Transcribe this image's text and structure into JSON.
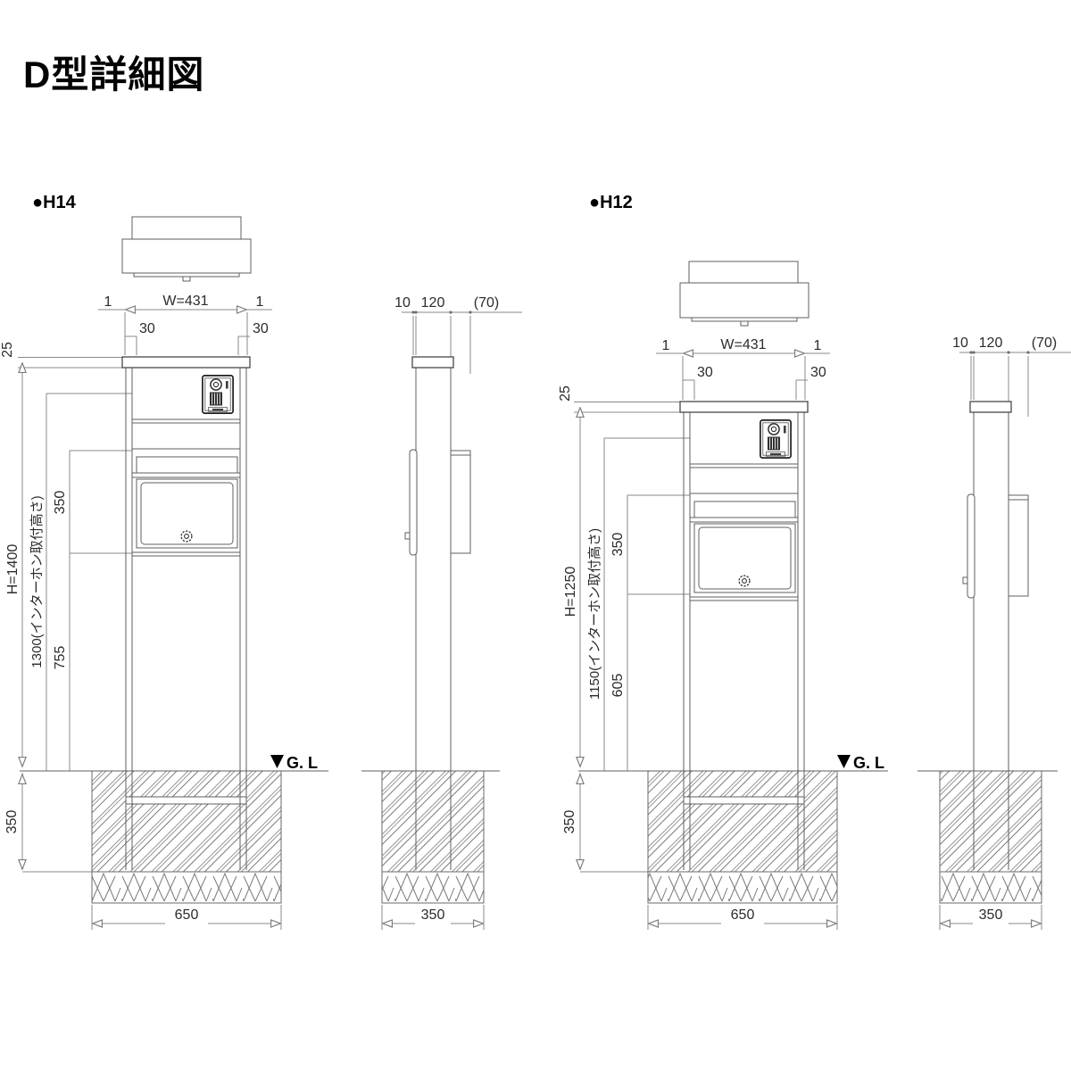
{
  "title": "D型詳細図",
  "colors": {
    "object_line": "#5f5f5f",
    "dim_line": "#8a8a8a",
    "text": "#2b2b2b",
    "accent": "#000000"
  },
  "h14": {
    "label": "●H14",
    "front": {
      "gap_left": "1",
      "width": "W=431",
      "gap_right": "1",
      "inset_left": "30",
      "inset_right": "30",
      "cap_height": "25",
      "total_height": "H=1400",
      "intercom_mount": "1300(インターホン取付高さ)",
      "box_height": "350",
      "below_box": "755",
      "gl": "G. L",
      "embed_depth": "350",
      "footing_width": "650"
    },
    "side": {
      "front_offset": "10",
      "post_depth": "120",
      "box_depth": "(70)",
      "footing_width": "350"
    }
  },
  "h12": {
    "label": "●H12",
    "front": {
      "gap_left": "1",
      "width": "W=431",
      "gap_right": "1",
      "inset_left": "30",
      "inset_right": "30",
      "cap_height": "25",
      "total_height": "H=1250",
      "intercom_mount": "1150(インターホン取付高さ)",
      "box_height": "350",
      "below_box": "605",
      "gl": "G. L",
      "embed_depth": "350",
      "footing_width": "650"
    },
    "side": {
      "front_offset": "10",
      "post_depth": "120",
      "box_depth": "(70)",
      "footing_width": "350"
    }
  }
}
